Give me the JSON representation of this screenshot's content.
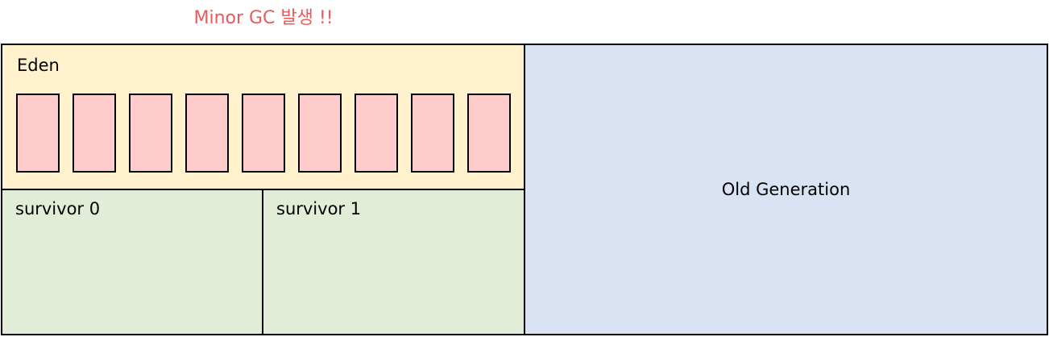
{
  "annotation": {
    "text": "Minor GC 발생 !!",
    "color": "#ea5a5a"
  },
  "heap": {
    "eden": {
      "label": "Eden",
      "fill": "#fff2cc",
      "object_count": 9,
      "object_fill": "#ffcccc"
    },
    "survivor0": {
      "label": "survivor 0",
      "fill": "#e1edd6"
    },
    "survivor1": {
      "label": "survivor 1",
      "fill": "#e1edd6"
    },
    "old_generation": {
      "label": "Old Generation",
      "fill": "#dae3f3"
    }
  }
}
